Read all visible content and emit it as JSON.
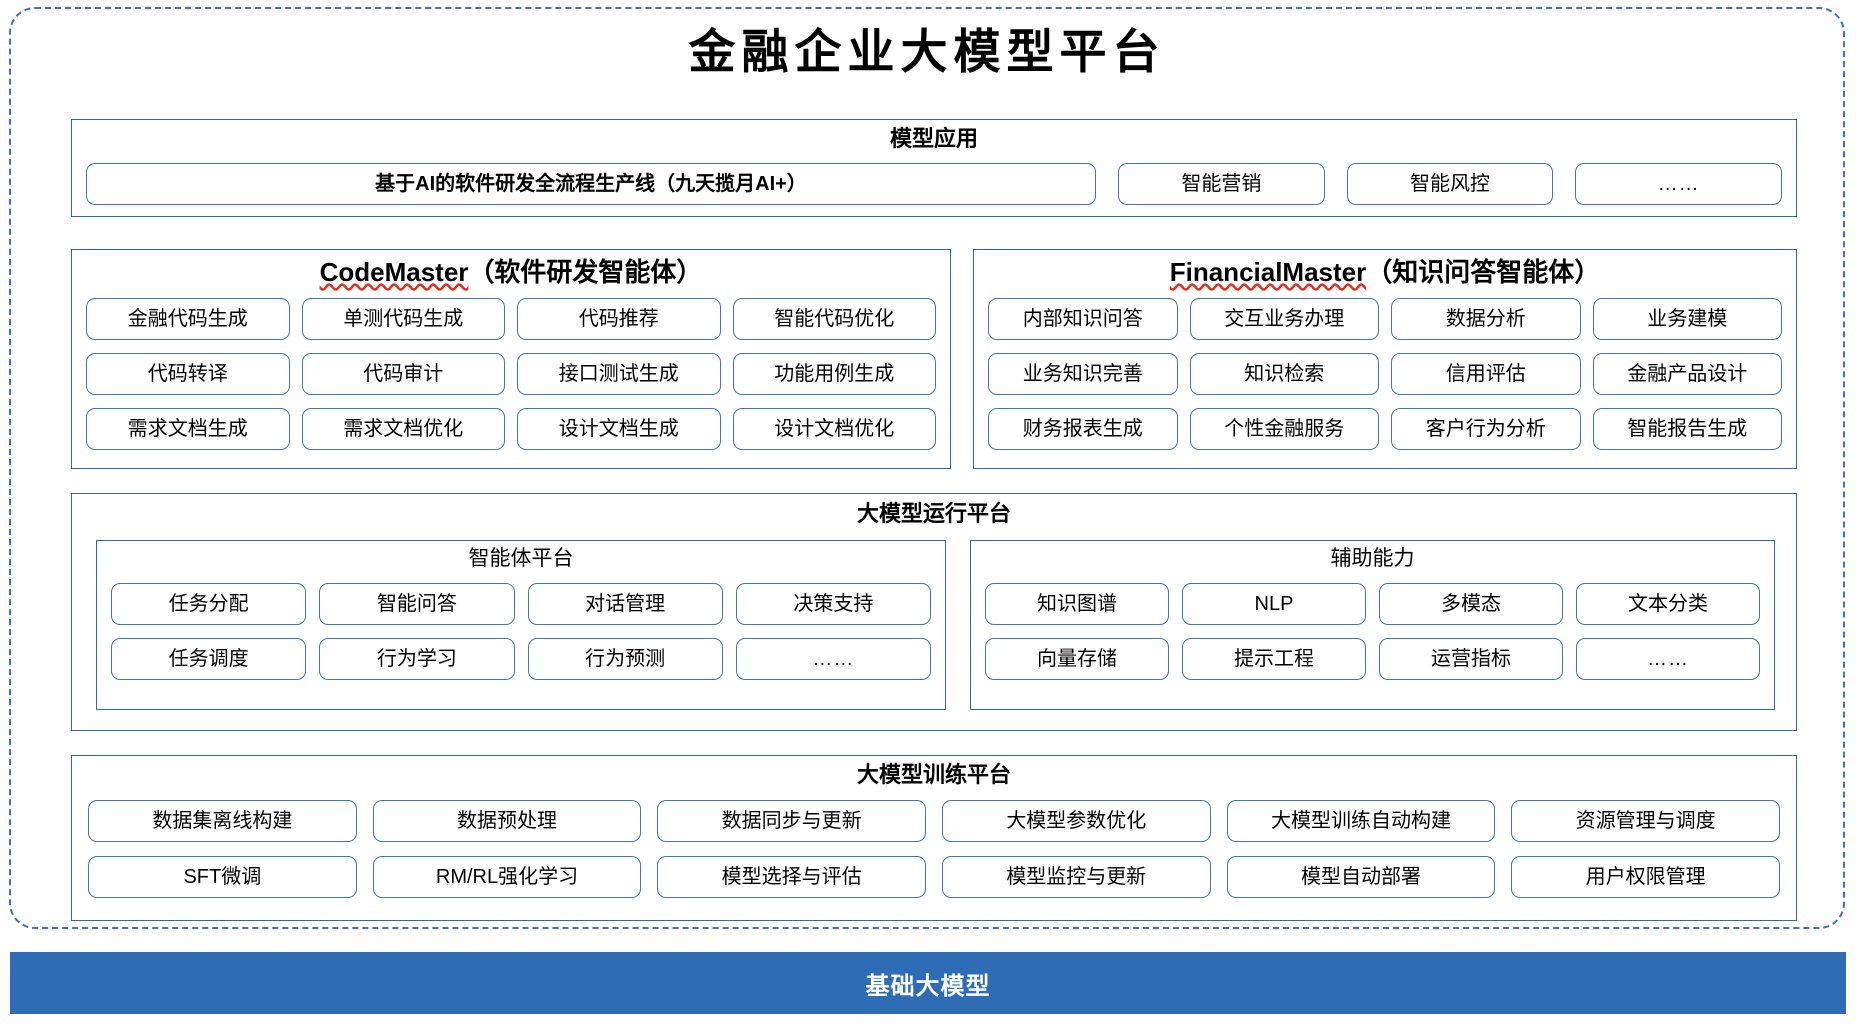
{
  "title": "金融企业大模型平台",
  "colors": {
    "frame_dashed": "#3C6FD4",
    "panel_border": "#2E6DA4",
    "pill_border": "#3C78B4",
    "footer_bg": "#2E6CB5",
    "footer_text": "#FFFFFF",
    "spellcheck_underline": "#E03020"
  },
  "sections": {
    "apps": {
      "title": "模型应用",
      "primary_item": "基于AI的软件研发全流程生产线（九天揽月AI+）",
      "items": [
        "智能营销",
        "智能风控",
        "……"
      ]
    },
    "codemaster": {
      "name": "CodeMaster",
      "suffix": "（软件研发智能体）",
      "items": [
        "金融代码生成",
        "单测代码生成",
        "代码推荐",
        "智能代码优化",
        "代码转译",
        "代码审计",
        "接口测试生成",
        "功能用例生成",
        "需求文档生成",
        "需求文档优化",
        "设计文档生成",
        "设计文档优化"
      ]
    },
    "financialmaster": {
      "name": "FinancialMaster",
      "suffix": "（知识问答智能体）",
      "items": [
        "内部知识问答",
        "交互业务办理",
        "数据分析",
        "业务建模",
        "业务知识完善",
        "知识检索",
        "信用评估",
        "金融产品设计",
        "财务报表生成",
        "个性金融服务",
        "客户行为分析",
        "智能报告生成"
      ]
    },
    "runtime": {
      "title": "大模型运行平台",
      "agent_platform": {
        "title": "智能体平台",
        "items": [
          "任务分配",
          "智能问答",
          "对话管理",
          "决策支持",
          "任务调度",
          "行为学习",
          "行为预测",
          "……"
        ]
      },
      "auxiliary": {
        "title": "辅助能力",
        "items": [
          "知识图谱",
          "NLP",
          "多模态",
          "文本分类",
          "向量存储",
          "提示工程",
          "运营指标",
          "……"
        ]
      }
    },
    "training": {
      "title": "大模型训练平台",
      "items": [
        "数据集离线构建",
        "数据预处理",
        "数据同步与更新",
        "大模型参数优化",
        "大模型训练自动构建",
        "资源管理与调度",
        "SFT微调",
        "RM/RL强化学习",
        "模型选择与评估",
        "模型监控与更新",
        "模型自动部署",
        "用户权限管理"
      ]
    },
    "footer": {
      "label": "基础大模型"
    }
  }
}
